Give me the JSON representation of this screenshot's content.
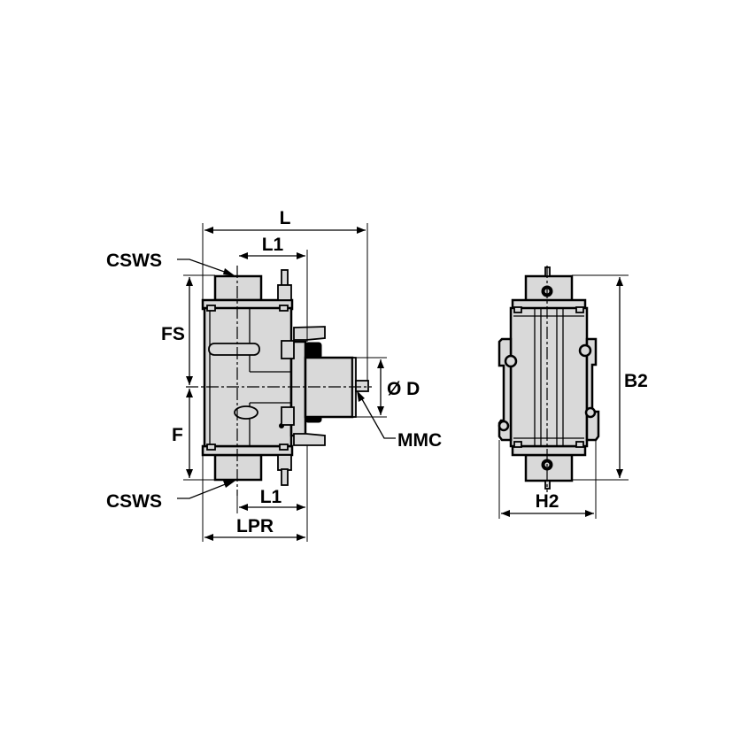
{
  "diagram": {
    "type": "technical-drawing",
    "colors": {
      "part_fill": "#d9d9d9",
      "outline": "#000000",
      "background": "#ffffff"
    },
    "side_view": {
      "labels": {
        "L": "L",
        "L1_top": "L1",
        "L1_bottom": "L1",
        "LPR": "LPR",
        "FS": "FS",
        "F": "F",
        "D": "Ø D",
        "MMC": "MMC",
        "CSWS_top": "CSWS",
        "CSWS_bottom": "CSWS"
      }
    },
    "front_view": {
      "labels": {
        "B2": "B2",
        "H2": "H2"
      }
    }
  }
}
